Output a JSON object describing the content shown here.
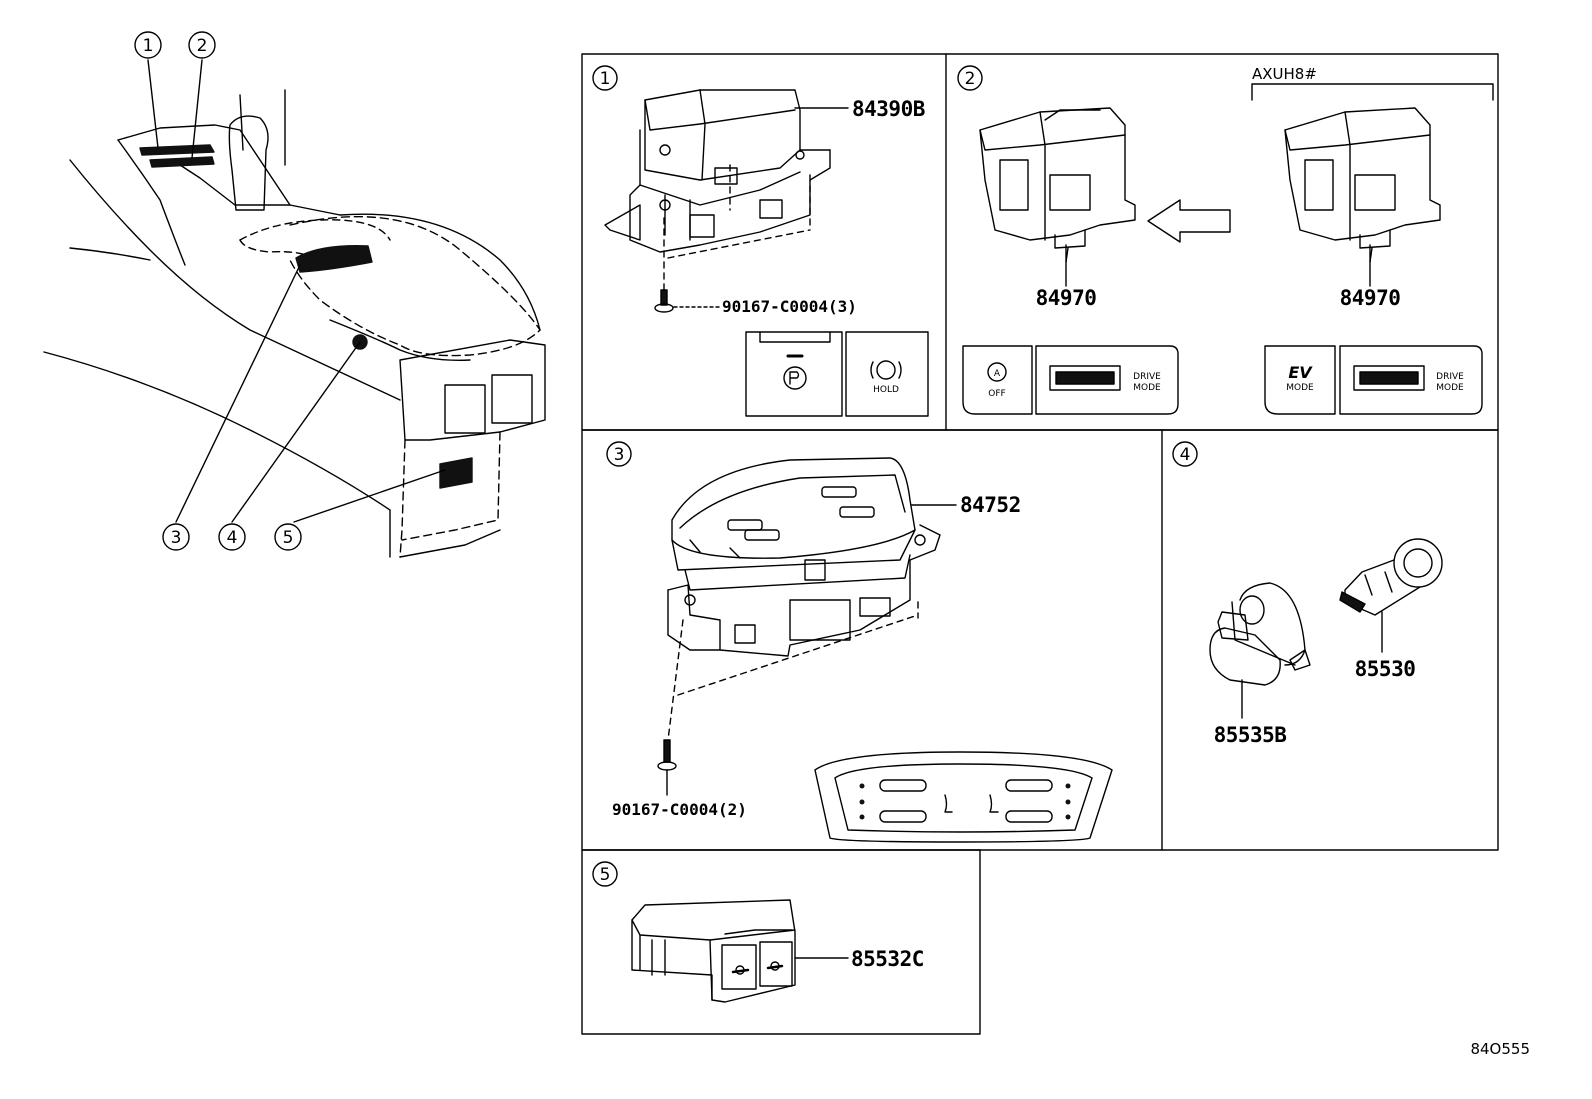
{
  "callouts": [
    "1",
    "2",
    "3",
    "4",
    "5"
  ],
  "panels": {
    "p1": {
      "num": "1",
      "parts": {
        "switch": "84390B",
        "screw": "90167-C0004(3)"
      },
      "buttons": {
        "hold": "HOLD"
      }
    },
    "p2": {
      "num": "2",
      "variant": "AXUH8#",
      "parts": {
        "left": "84970",
        "right": "84970"
      },
      "left_buttons": {
        "auto": "A",
        "off": "OFF",
        "drive": "DRIVE",
        "mode": "MODE"
      },
      "right_buttons": {
        "ev": "EV",
        "ev_mode": "MODE",
        "drive": "DRIVE",
        "mode": "MODE"
      }
    },
    "p3": {
      "num": "3",
      "parts": {
        "panel": "84752",
        "screw": "90167-C0004(2)"
      }
    },
    "p4": {
      "num": "4",
      "parts": {
        "socket": "85535B",
        "lighter": "85530"
      }
    },
    "p5": {
      "num": "5",
      "parts": {
        "switch": "85532C"
      }
    }
  },
  "illustration_id": "84O555",
  "colors": {
    "line": "#000000",
    "background": "#ffffff",
    "fill_dark": "#111111"
  }
}
